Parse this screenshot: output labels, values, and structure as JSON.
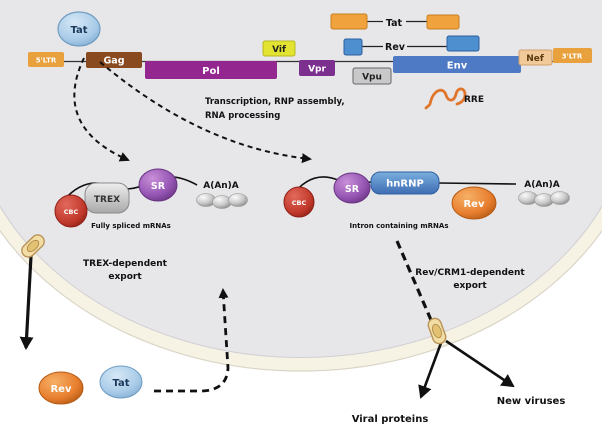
{
  "genome": {
    "ltr5": "5'LTR",
    "gag": "Gag",
    "pol": "Pol",
    "vif": "Vif",
    "vpr": "Vpr",
    "vpu": "Vpu",
    "env": "Env",
    "nef": "Nef",
    "ltr3": "3'LTR",
    "tat": "Tat",
    "rev": "Rev",
    "rre": "RRE"
  },
  "nucleus": {
    "tat": "Tat",
    "process1": "Transcription, RNP assembly,",
    "process2": "RNA processing",
    "left": {
      "cbc": "CBC",
      "trex": "TREX",
      "sr": "SR",
      "polya": "A(An)A",
      "caption": "Fully spliced mRNAs"
    },
    "right": {
      "cbc": "CBC",
      "sr": "SR",
      "hnrnp": "hnRNP",
      "rev": "Rev",
      "polya": "A(An)A",
      "caption": "Intron containing mRNAs"
    }
  },
  "cyto": {
    "trex1": "TREX-dependent",
    "trex2": "export",
    "rev1": "Rev/CRM1-dependent",
    "rev2": "export",
    "rev": "Rev",
    "tat": "Tat",
    "viral": "Viral proteins",
    "viruses": "New viruses"
  },
  "colors": {
    "ltr": "#E8A13D",
    "gag": "#8A4A1F",
    "pol": "#93278F",
    "vif": "#E3E331",
    "vpr": "#7B2F8E",
    "vpu": "#C9C9C9",
    "env": "#4E79C5",
    "nef": "#F2C998",
    "tat_exon": "#F0A23C",
    "rev_exon": "#4E8FD0",
    "rre_icon": "#E0762B",
    "cbc": "#C0392B",
    "sr": "#9455B3",
    "hnrnp": "#4E79C5",
    "rev_protein": "#E87F2F",
    "tat_protein": "#A9CBE8",
    "pore": "#F2DDA4",
    "nucleus_fill": "#E7E7EA",
    "membrane": "#F6F2E4"
  }
}
